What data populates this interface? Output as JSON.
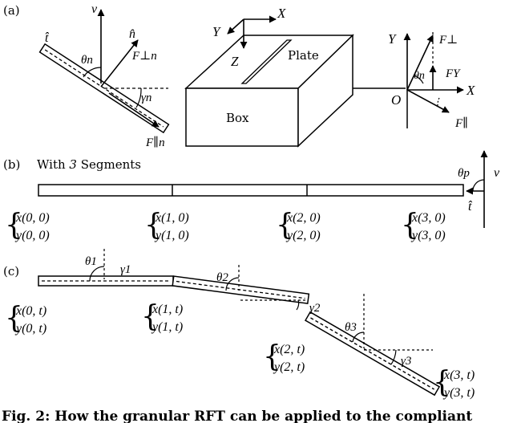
{
  "panels": {
    "a": "(a)",
    "b": "(b)",
    "c": "(c)"
  },
  "panel_a": {
    "t_hat": "t̂",
    "v": "v",
    "n_hat": "n̂",
    "theta_n": "θn",
    "F_perp_n": "F⊥n",
    "gamma_n": "γn",
    "F_par_n": "F∥n",
    "axis_X": "X",
    "axis_Y": "Y",
    "axis_Z": "Z",
    "plate": "Plate",
    "box": "Box",
    "right_Y": "Y",
    "F_perp": "F⊥",
    "F_Y": "FY",
    "theta_n2": "θn",
    "origin": "O",
    "right_X": "X",
    "F_par": "F∥"
  },
  "panel_b": {
    "caption_pre": "With ",
    "caption_num": "3",
    "caption_post": " Segments",
    "theta_p": "θp",
    "v": "v",
    "t_hat": "t̂",
    "coords": [
      {
        "x": "x(0, 0)",
        "y": "y(0, 0)"
      },
      {
        "x": "x(1, 0)",
        "y": "y(1, 0)"
      },
      {
        "x": "x(2, 0)",
        "y": "y(2, 0)"
      },
      {
        "x": "x(3, 0)",
        "y": "y(3, 0)"
      }
    ]
  },
  "panel_c": {
    "theta_1": "θ1",
    "gamma_1": "γ1",
    "theta_2": "θ2",
    "gamma_2": "γ2",
    "theta_3": "θ3",
    "gamma_3": "γ3",
    "coords": [
      {
        "x": "x(0, t)",
        "y": "y(0, t)"
      },
      {
        "x": "x(1, t)",
        "y": "y(1, t)"
      },
      {
        "x": "x(2, t)",
        "y": "y(2, t)"
      },
      {
        "x": "x(3, t)",
        "y": "y(3, t)"
      }
    ]
  },
  "caption": "Fig. 2: How the granular RFT can be applied to the compliant"
}
